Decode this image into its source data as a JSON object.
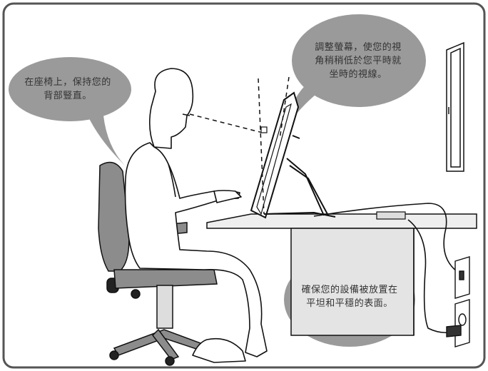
{
  "tips": {
    "back": [
      "在座椅上，保持您的",
      "背部豎直。"
    ],
    "screen": [
      "調整螢幕，使您的視",
      "角稍稍低於您平時就",
      "坐時的視線。"
    ],
    "surface": [
      "確保您的設備被放置在",
      "平坦和平穩的表面。"
    ]
  },
  "colors": {
    "frame": "#555555",
    "bubble": "#9a9a9a",
    "line": "#111111",
    "chair": "#8c8c8c",
    "desk_top": "#eeeeee",
    "desk_leg": "#e4e4e4"
  }
}
